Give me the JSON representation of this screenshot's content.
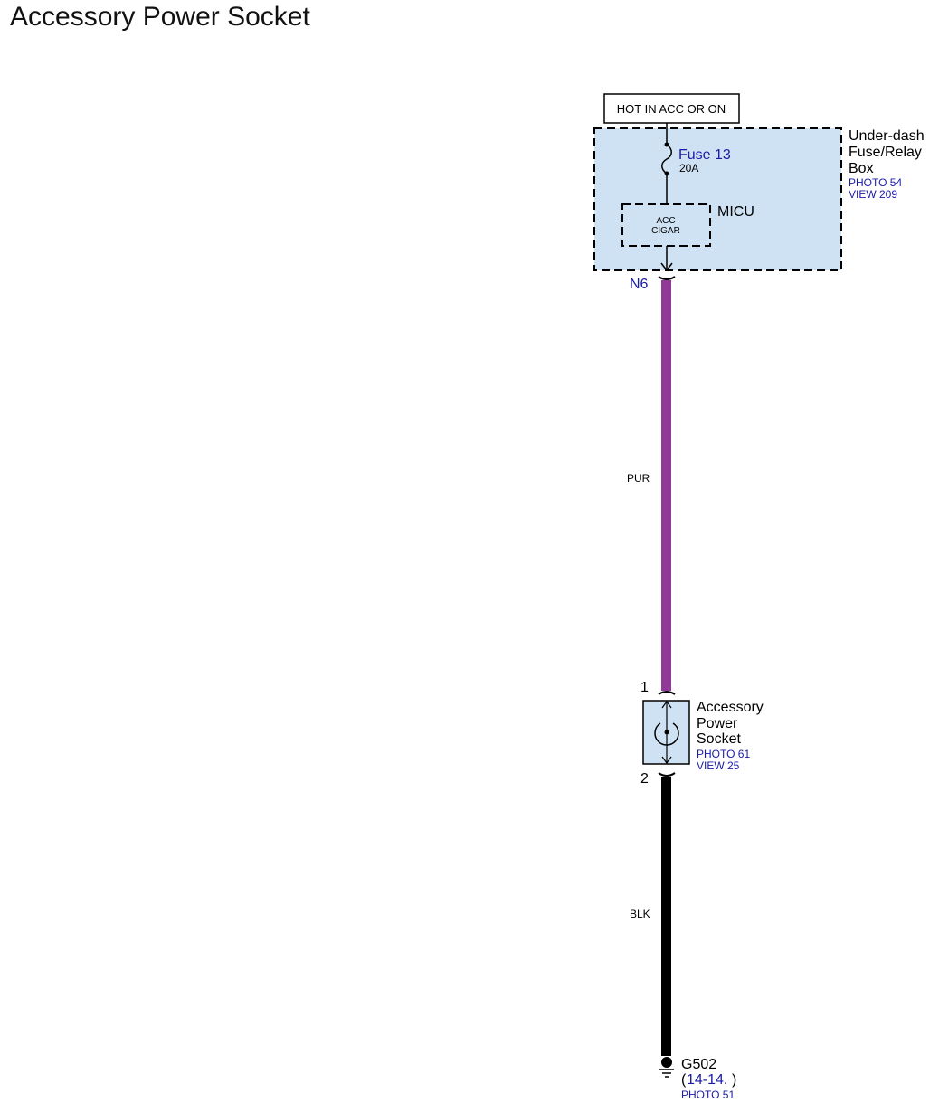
{
  "title": "Accessory Power Socket",
  "colors": {
    "box_fill": "#cfe2f3",
    "purple_wire": "#8e3a96",
    "black_wire": "#000000",
    "link_blue": "#1a1aa8"
  },
  "power_label": "HOT IN ACC OR ON",
  "fuse_box": {
    "name_line1": "Under-dash",
    "name_line2": "Fuse/Relay",
    "name_line3": "Box",
    "photo": "PHOTO 54",
    "view": "VIEW 209"
  },
  "fuse": {
    "name": "Fuse 13",
    "rating": "20A"
  },
  "micu": {
    "name": "MICU",
    "line1": "ACC",
    "line2": "CIGAR"
  },
  "connector_top": "N6",
  "wire_top": "PUR",
  "socket": {
    "pin_top": "1",
    "pin_bottom": "2",
    "name_line1": "Accessory",
    "name_line2": "Power",
    "name_line3": "Socket",
    "photo": "PHOTO 61",
    "view": "VIEW 25"
  },
  "wire_bottom": "BLK",
  "ground": {
    "name": "G502",
    "ref_open": "(",
    "ref": "14-14.",
    "ref_close": ")",
    "photo": "PHOTO 51"
  }
}
